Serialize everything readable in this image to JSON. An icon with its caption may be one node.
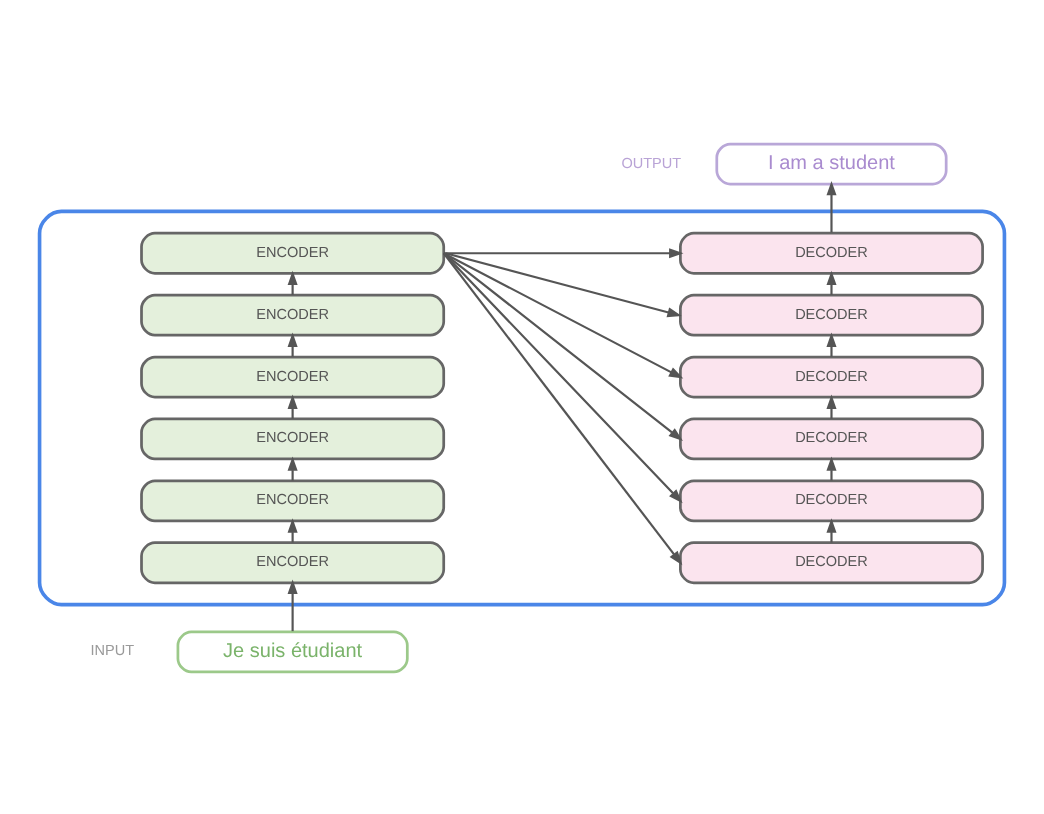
{
  "diagram": {
    "nodes": [
      {
        "text": [
          "I am a student"
        ],
        "beside": [
          "OUTPUT"
        ]
      },
      {
        "text": [],
        "shape": "box"
      },
      {
        "text": [
          "ENCODER"
        ],
        "in": 1
      },
      {
        "text": [
          "ENCODER"
        ],
        "in": 1
      },
      {
        "text": [
          "ENCODER"
        ],
        "in": 1
      },
      {
        "text": [
          "ENCODER"
        ],
        "in": 1
      },
      {
        "text": [
          "ENCODER"
        ],
        "in": 1
      },
      {
        "text": [
          "ENCODER"
        ],
        "in": 1
      },
      {
        "text": [
          "DECODER"
        ],
        "in": 1
      },
      {
        "text": [
          "DECODER"
        ],
        "in": 1
      },
      {
        "text": [
          "DECODER"
        ],
        "in": 1
      },
      {
        "text": [
          "DECODER"
        ],
        "in": 1
      },
      {
        "text": [
          "DECODER"
        ],
        "in": 1
      },
      {
        "text": [
          "DECODER"
        ],
        "in": 1
      },
      {
        "text": [
          "Je suis étudiant"
        ],
        "beside": [
          "INPUT"
        ]
      }
    ],
    "edges": [
      {
        "from": 14,
        "to": 7,
        "arrow": "to"
      },
      {
        "from": 7,
        "to": 6,
        "arrow": "to"
      },
      {
        "from": 6,
        "to": 5,
        "arrow": "to"
      },
      {
        "from": 5,
        "to": 4,
        "arrow": "to"
      },
      {
        "from": 4,
        "to": 3,
        "arrow": "to"
      },
      {
        "from": 3,
        "to": 2,
        "arrow": "to"
      },
      {
        "from": 2,
        "to": 8,
        "arrow": "to"
      },
      {
        "from": 2,
        "to": 9,
        "arrow": "to"
      },
      {
        "from": 2,
        "to": 10,
        "arrow": "to"
      },
      {
        "from": 2,
        "to": 11,
        "arrow": "to"
      },
      {
        "from": 2,
        "to": 12,
        "arrow": "to"
      },
      {
        "from": 2,
        "to": 13,
        "arrow": "to"
      },
      {
        "from": 13,
        "to": 12,
        "arrow": "to"
      },
      {
        "from": 12,
        "to": 11,
        "arrow": "to"
      },
      {
        "from": 11,
        "to": 10,
        "arrow": "to"
      },
      {
        "from": 10,
        "to": 9,
        "arrow": "to"
      },
      {
        "from": 9,
        "to": 8,
        "arrow": "to"
      },
      {
        "from": 8,
        "to": 0,
        "arrow": "to"
      }
    ]
  }
}
